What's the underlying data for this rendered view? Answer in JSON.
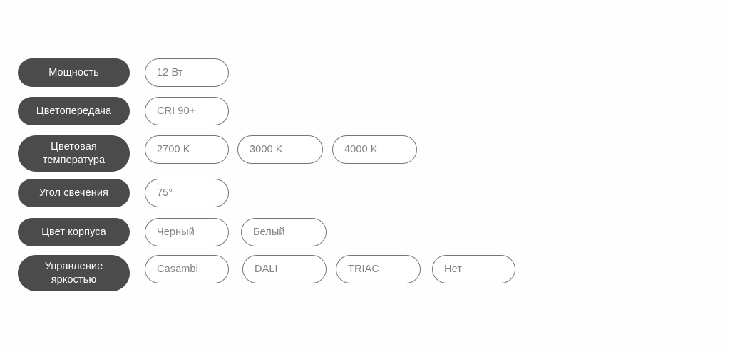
{
  "theme": {
    "background": "#fefefe",
    "label_fill": "#4b4b4b",
    "label_text": "#ffffff",
    "option_border": "#767676",
    "option_text": "#828282",
    "option_fill": "#ffffff"
  },
  "spec_rows": [
    {
      "id": "power",
      "label": "Мощность",
      "label_lines": [
        "Мощность"
      ],
      "options": [
        "12 Вт"
      ]
    },
    {
      "id": "color-rendering",
      "label": "Цветопередача",
      "label_lines": [
        "Цветопередача"
      ],
      "options": [
        "CRI 90+"
      ]
    },
    {
      "id": "color-temperature",
      "label": "Цветовая температура",
      "label_lines": [
        "Цветовая",
        "температура"
      ],
      "options": [
        "2700 K",
        "3000 K",
        "4000 K"
      ]
    },
    {
      "id": "beam-angle",
      "label": "Угол свечения",
      "label_lines": [
        "Угол свечения"
      ],
      "options": [
        "75°"
      ]
    },
    {
      "id": "body-color",
      "label": "Цвет корпуса",
      "label_lines": [
        "Цвет корпуса"
      ],
      "options": [
        "Черный",
        "Белый"
      ]
    },
    {
      "id": "dimming-control",
      "label": "Управление яркостью",
      "label_lines": [
        "Управление",
        "яркостью"
      ],
      "options": [
        "Casambi",
        "DALI",
        "TRIAC",
        "Нет"
      ]
    }
  ]
}
